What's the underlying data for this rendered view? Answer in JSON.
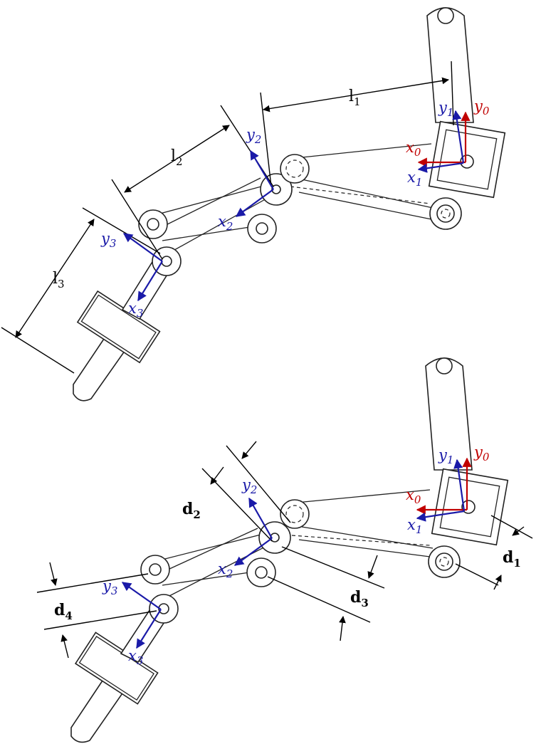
{
  "colors": {
    "frame_blue": "#1a1aa8",
    "frame_red": "#c00000",
    "linework": "#222222"
  },
  "top_diagram": {
    "dimension_labels": {
      "l1": "l",
      "l1_sub": "1",
      "l2": "l",
      "l2_sub": "2",
      "l3": "l",
      "l3_sub": "3"
    },
    "axes": {
      "y0": "y",
      "y0_sub": "0",
      "x0": "x",
      "x0_sub": "0",
      "y1": "y",
      "y1_sub": "1",
      "x1": "x",
      "x1_sub": "1",
      "y2": "y",
      "y2_sub": "2",
      "x2": "x",
      "x2_sub": "2",
      "y3": "y",
      "y3_sub": "3",
      "x3": "x",
      "x3_sub": "3"
    }
  },
  "bottom_diagram": {
    "dimension_labels": {
      "d1": "d",
      "d1_sub": "1",
      "d2": "d",
      "d2_sub": "2",
      "d3": "d",
      "d3_sub": "3",
      "d4": "d",
      "d4_sub": "4"
    },
    "axes": {
      "y0": "y",
      "y0_sub": "0",
      "x0": "x",
      "x0_sub": "0",
      "y1": "y",
      "y1_sub": "1",
      "x1": "x",
      "x1_sub": "1",
      "y2": "y",
      "y2_sub": "2",
      "x2": "x",
      "x2_sub": "2",
      "y3": "y",
      "y3_sub": "3",
      "x3": "x",
      "x3_sub": "3"
    }
  }
}
